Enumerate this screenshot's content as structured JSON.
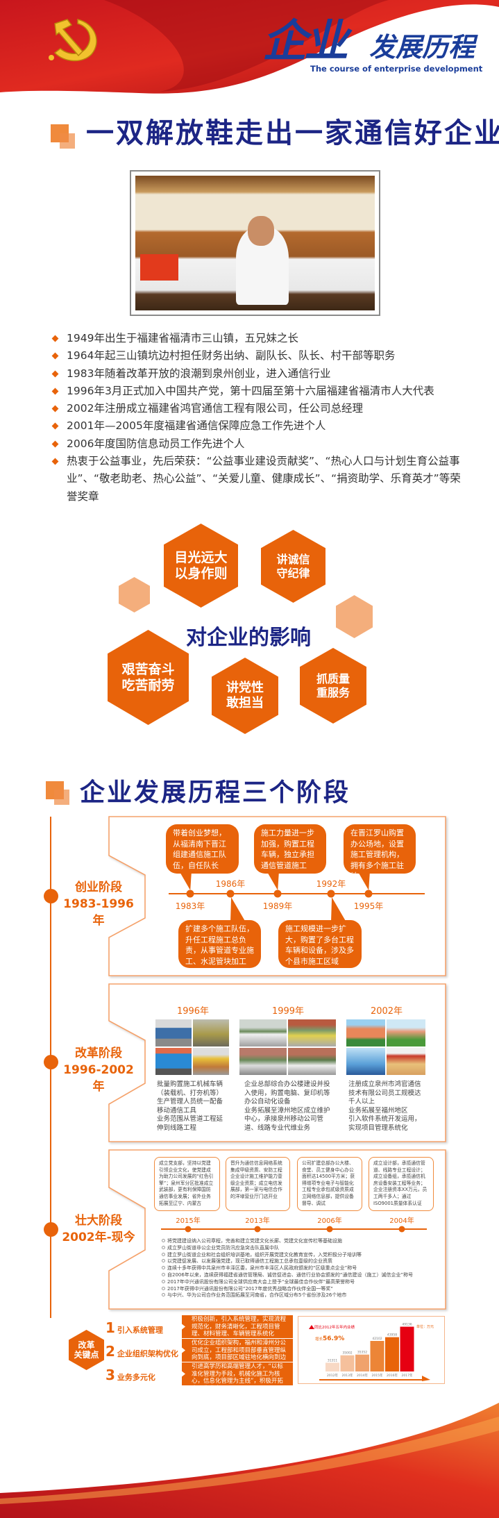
{
  "header": {
    "logo_big": "企业",
    "logo_rest": "发展历程",
    "english": "The course of enterprise development"
  },
  "section1": {
    "title": "一双解放鞋走出一家通信好企业",
    "bio": [
      "1949年出生于福建省福清市三山镇，五兄妹之长",
      "1964年起三山镇坑边村担任财务出纳、副队长、队长、村干部等职务",
      "1983年随着改革开放的浪潮到泉州创业，进入通信行业",
      "1996年3月正式加入中国共产党，第十四届至第十六届福建省福清市人大代表",
      "2002年注册成立福建省鸿官通信工程有限公司，任公司总经理",
      "2001年—2005年度福建省通信保障应急工作先进个人",
      "2006年度国防信息动员工作先进个人",
      "热衷于公益事业，先后荣获：“公益事业建设贡献奖”、“热心人口与计划生育公益事业”、“敬老助老、热心公益”、“关爱儿童、健康成长”、“捐资助学、乐育英才”等荣誉奖章"
    ],
    "influence": {
      "center": "对企业的影响",
      "hexes": [
        "目光远大\n以身作则",
        "讲诚信\n守纪律",
        "艰苦奋斗\n吃苦耐劳",
        "讲党性\n敢担当",
        "抓质量\n重服务"
      ]
    }
  },
  "section2": {
    "title": "企业发展历程三个阶段",
    "stage1": {
      "name": "创业阶段",
      "years": "1983-1996年",
      "events": [
        {
          "year": "1983年",
          "text": "带着创业梦想，从福清南下晋江组建通信施工队伍，自任队长"
        },
        {
          "year": "1986年",
          "text": "扩建多个施工队伍，升任工程施工总负责，从事管道专业施工、水泥管块加工"
        },
        {
          "year": "1989年",
          "text": "施工力量进一步加强，购置工程车辆，独立承担通信管道施工"
        },
        {
          "year": "1992年",
          "text": "施工规模进一步扩大，购置了多台工程车辆和设备，涉及多个县市施工区域"
        },
        {
          "year": "1995年",
          "text": "在晋江罗山购置办公场地，设置施工管理机构，拥有多个施工驻地"
        }
      ]
    },
    "stage2": {
      "name": "改革阶段",
      "years": "1996-2002年",
      "columns": [
        {
          "year": "1996年",
          "text": "批量购置施工机械车辆（装载机、打夯机等）生产管理人员统一配备移动通信工具\n业务范围从管道工程延伸到线路工程"
        },
        {
          "year": "1999年",
          "text": "企业总部综合办公楼建设并投入使用，购置电脑、复印机等办公自动化设备\n业务拓展至漳州地区成立维护中心，承接泉州移动公司管道、线路专业代维业务"
        },
        {
          "year": "2002年",
          "text": "注册成立泉州市鸿官通信技术有限公司员工规模达千人以上\n业务拓展至福州地区\n引入软件系统开发运用，实现项目管理系统化"
        }
      ]
    },
    "stage3": {
      "name": "壮大阶段",
      "years": "2002年-现今",
      "cards": [
        {
          "year": "2015年",
          "text": "成立党支部，坚持以党建引领企业文化，使党建成为助力公司发展的“红色引擎”；泉州军分区批准成立武装部，更有利保障国防通信事业发展；省外业务拓展至辽宁、内蒙古"
        },
        {
          "year": "2013年",
          "text": "晋升为通信信息网络系统集成甲级资质、安防工程企业设计施工维护能力壹级企业资质；成立电信发展部，第一家与电信合作的洋埭营业厅门店开业"
        },
        {
          "year": "2006年",
          "text": "公司扩建总部办公大楼、食堂、员工健身中心办公面积达14500平方米；获得增项专业电子与智能化工程专业承包贰级资质成立网络信息部，提供设备督导、调试"
        },
        {
          "year": "2004年",
          "text": "成立设计部，承揽通信管道、线路专业工程设计；成立设备组，承揽通信机房设备安装工程等业务；企业注册资本XX万元，员工两千多人；通过ISO9001质量体系认证"
        }
      ],
      "bullets": [
        "将党建建设纳入公司章程，完善和建立党建文化长廊、党建文化宣传栏等基础设施",
        "成立罗山街道非公企业党员防汛应急突击队直属中队",
        "建立罗山街道企业和社会组织培训基地，组织开展党建文化教育宣传，入党积极分子培训等",
        "以党建促发展、以发展强党建，现已取得通信工程施工总承包壹级的企业资质",
        "连续十多年获得中共泉州市丰泽区委，泉州市丰泽区人民政府颁发的“区级重点企业”称号",
        "自2006年以来，连续获得福建省通信管理局、诚信促进会、通信行业协会颁发的“通信建设（施工）诚信企业”称号",
        "2017年中兴通讯股份有限公司全球供应商大会上授予“全球最佳合作伙伴”最高荣誉称号",
        "2017年获得中兴通讯股份有限公司“2017年度优秀战略合作伙伴全国一等奖”",
        "与中兴、华为公司合作业务范围拓展至河南省，合作区域分布5个省份涉及26个地市"
      ]
    },
    "keypoints": {
      "hex": "改革\n关键点",
      "items": [
        {
          "num": "1",
          "label": "引入系统管理",
          "text": "积极创新，引入系统管理，实现流程规范化，财务清晰化，工程项目管理、材料管理、车辆管理系统化"
        },
        {
          "num": "2",
          "label": "企业组织架构优化",
          "text": "优化企业组织架构，福州和漳州分公司成立，工程部和项目部垂直管理纵向到底，项目部区域驻地化横向到边"
        },
        {
          "num": "3",
          "label": "业务多元化",
          "text": "引进高学历和高端管理人才，“以标准化管理为手段，机械化施工为核心，信息化管理为主线”，积极开拓多元化业务"
        }
      ]
    }
  },
  "chart_data": {
    "type": "bar",
    "title": "同比2012年五年内业绩",
    "subtitle_prefix": "增长",
    "growth": "56.9%",
    "unit": "单位：万元",
    "categories": [
      "2012年",
      "2013年",
      "2014年",
      "2015年",
      "2016年",
      "2017年"
    ],
    "values": [
      31311,
      35002,
      35352,
      42102,
      43958,
      49136
    ],
    "colors": [
      "#f8d9c5",
      "#f5c09c",
      "#f0a26c",
      "#ec8537",
      "#e8630a",
      "#e60012"
    ],
    "ylim": [
      27000,
      50000
    ],
    "xlabel": "",
    "ylabel": ""
  }
}
